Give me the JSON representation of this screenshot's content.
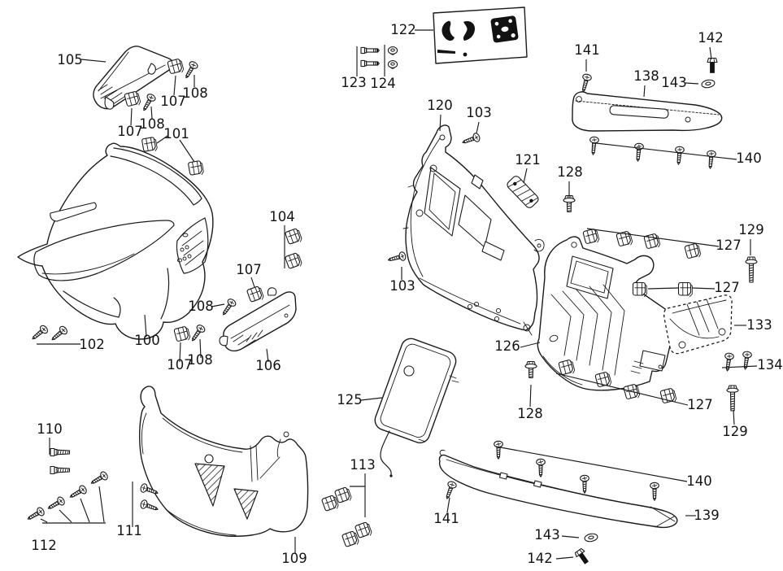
{
  "diagram": {
    "kind": "exploded-parts-diagram",
    "background_color": "#ffffff",
    "line_color": "#1b1b1b",
    "text_color": "#141414"
  },
  "labels": [
    {
      "text": "105"
    },
    {
      "text": "107"
    },
    {
      "text": "108"
    },
    {
      "text": "107"
    },
    {
      "text": "108"
    },
    {
      "text": "101"
    },
    {
      "text": "104"
    },
    {
      "text": "107"
    },
    {
      "text": "108"
    },
    {
      "text": "107"
    },
    {
      "text": "108"
    },
    {
      "text": "102"
    },
    {
      "text": "100"
    },
    {
      "text": "106"
    },
    {
      "text": "110"
    },
    {
      "text": "112"
    },
    {
      "text": "111"
    },
    {
      "text": "109"
    },
    {
      "text": "113"
    },
    {
      "text": "122"
    },
    {
      "text": "123"
    },
    {
      "text": "124"
    },
    {
      "text": "120"
    },
    {
      "text": "103"
    },
    {
      "text": "121"
    },
    {
      "text": "128"
    },
    {
      "text": "103"
    },
    {
      "text": "141"
    },
    {
      "text": "142"
    },
    {
      "text": "143"
    },
    {
      "text": "138"
    },
    {
      "text": "140"
    },
    {
      "text": "127"
    },
    {
      "text": "129"
    },
    {
      "text": "127"
    },
    {
      "text": "133"
    },
    {
      "text": "134"
    },
    {
      "text": "126"
    },
    {
      "text": "125"
    },
    {
      "text": "128"
    },
    {
      "text": "127"
    },
    {
      "text": "129"
    },
    {
      "text": "140"
    },
    {
      "text": "139"
    },
    {
      "text": "141"
    },
    {
      "text": "143"
    },
    {
      "text": "142"
    }
  ],
  "icons": {
    "clip": "spring-nut-clip-icon",
    "screw": "pan-head-screw-icon",
    "hexbolt_short": "hex-flange-bolt-icon",
    "hexbolt_long": "long-hex-flange-bolt-icon",
    "hexscrew": "hex-head-screw-icon",
    "bolt_h": "hex-bolt-horizontal-icon",
    "washer_pair": "grommet-washer-icon",
    "washer_flat": "flat-washer-icon",
    "darkbolt": "dark-shaft-bolt-icon"
  }
}
